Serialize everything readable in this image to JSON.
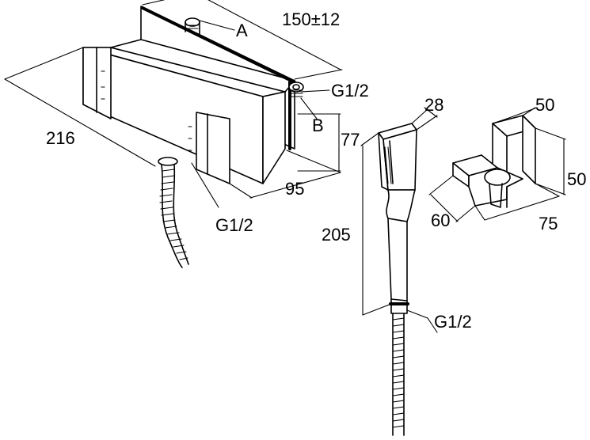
{
  "diagram": {
    "dimensions": {
      "mixer_width": "150±12",
      "mixer_length": "216",
      "mixer_height": "77",
      "mixer_depth": "95",
      "handshower_width": "28",
      "handshower_length": "205",
      "holder_top": "50",
      "holder_height": "50",
      "holder_depth": "60",
      "holder_width": "75"
    },
    "callouts": {
      "point_a": "A",
      "point_b": "B",
      "thread_b": "G1/2",
      "thread_bottom": "G1/2",
      "thread_hose": "G1/2"
    }
  }
}
